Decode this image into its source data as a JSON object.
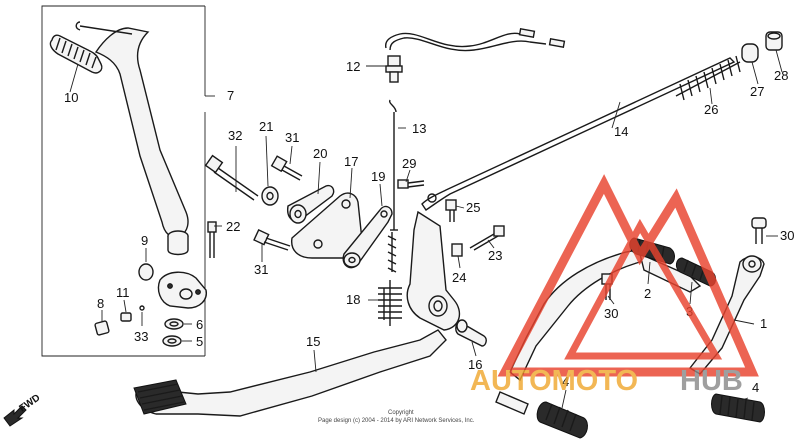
{
  "callouts": {
    "c1": "1",
    "c2": "2",
    "c3": "3",
    "c4a": "4",
    "c4b": "4",
    "c5": "5",
    "c6": "6",
    "c7": "7",
    "c8": "8",
    "c9": "9",
    "c10": "10",
    "c11": "11",
    "c12": "12",
    "c13": "13",
    "c14": "14",
    "c15": "15",
    "c16": "16",
    "c17": "17",
    "c18": "18",
    "c19": "19",
    "c20": "20",
    "c21": "21",
    "c22": "22",
    "c23": "23",
    "c24": "24",
    "c25": "25",
    "c26": "26",
    "c27": "27",
    "c28": "28",
    "c29": "29",
    "c30a": "30",
    "c30b": "30",
    "c31a": "31",
    "c31b": "31",
    "c32": "32",
    "c33": "33"
  },
  "fwd_label": "FWD",
  "copyright": {
    "line1": "Copyright",
    "line2": "Page design (c) 2004 - 2014 by ARI Network Services, Inc."
  },
  "watermark": {
    "part1": "AUTOMOTO",
    "part2": "HUB",
    "red": "#e8432e",
    "orange": "#f0a830",
    "gray": "#8a8a8a"
  }
}
